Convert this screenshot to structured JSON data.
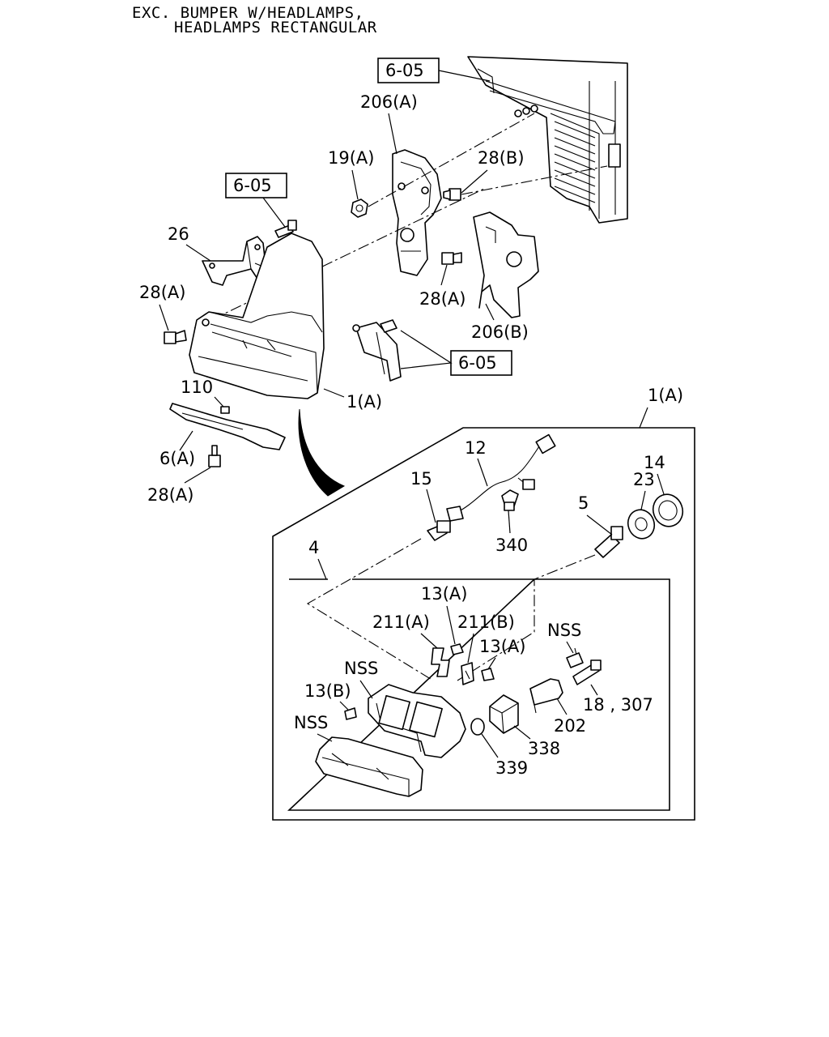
{
  "header": {
    "line1": "EXC. BUMPER W/HEADLAMPS,",
    "line2": "HEADLAMPS RECTANGULAR"
  },
  "ref_boxes": [
    "6-05",
    "6-05",
    "6-05"
  ],
  "labels": {
    "p206a": "206(A)",
    "p19a": "19(A)",
    "p28b": "28(B)",
    "p26": "26",
    "p28a_left": "28(A)",
    "p28a_mid": "28(A)",
    "p206b": "206(B)",
    "p110": "110",
    "p1a": "1(A)",
    "p6a": "6(A)",
    "p28a_bottom": "28(A)",
    "p1a_detail": "1(A)",
    "p12": "12",
    "p15": "15",
    "p340": "340",
    "p5": "5",
    "p23": "23",
    "p14": "14",
    "p4": "4",
    "p13a_top": "13(A)",
    "p211a": "211(A)",
    "p211b": "211(B)",
    "p13a_right": "13(A)",
    "nss_top_right": "NSS",
    "nss_mid": "NSS",
    "p13b": "13(B)",
    "nss_lens": "NSS",
    "p18_307": "18 , 307",
    "p202": "202",
    "p338": "338",
    "p339": "339"
  }
}
